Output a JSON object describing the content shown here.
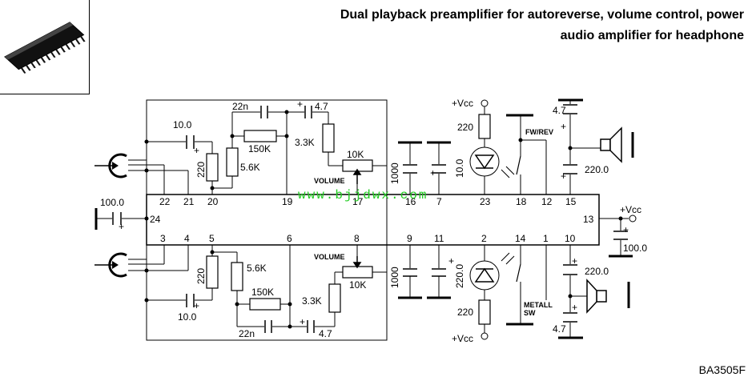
{
  "header": {
    "title_line1": "Dual playback preamplifier for autoreverse, volume control, power",
    "title_line2": "audio amplifier for headphone",
    "part_code": "BA3505F"
  },
  "chip_pins": {
    "top": [
      "22",
      "21",
      "20",
      "19",
      "17",
      "16",
      "7",
      "23",
      "18",
      "12",
      "15"
    ],
    "bottom": [
      "3",
      "4",
      "5",
      "6",
      "8",
      "9",
      "11",
      "2",
      "14",
      "1",
      "10"
    ],
    "left": "24",
    "right": "13"
  },
  "components": {
    "c_top_left": "10.0",
    "r_top_220": "220",
    "c_22n_top": "22n",
    "r_150k_top": "150K",
    "r_5k6_top": "5.6K",
    "c_4u7_top": "4.7",
    "r_3k3_top": "3.3K",
    "pot_top": "10K",
    "volume_top": "VOLUME",
    "c_1000_top": "1000",
    "c_10_top": "10.0",
    "led_r_top": "220",
    "vcc_top": "+Vcc",
    "fwrev": "FW/REV",
    "c_4u7_out_top": "4.7",
    "c_220_out_top": "220.0",
    "c_100_left": "100.0",
    "c_100_right": "100.0",
    "vcc_right": "+Vcc",
    "c_bottom_left": "10.0",
    "r_bottom_220": "220",
    "r_5k6_bottom": "5.6K",
    "r_150k_bottom": "150K",
    "c_22n_bottom": "22n",
    "r_3k3_bottom": "3.3K",
    "c_4u7_bottom": "4.7",
    "pot_bottom": "10K",
    "volume_bottom": "VOLUME",
    "c_1000_bottom": "1000",
    "c_220_bottom": "220.0",
    "led_r_bottom": "220",
    "vcc_bottom": "+Vcc",
    "metall": "METALL",
    "sw": "SW",
    "c_220_out_bottom": "220.0",
    "c_4u7_out_bottom": "4.7",
    "plus": "+"
  },
  "watermark": "www.bjjdwx.com"
}
